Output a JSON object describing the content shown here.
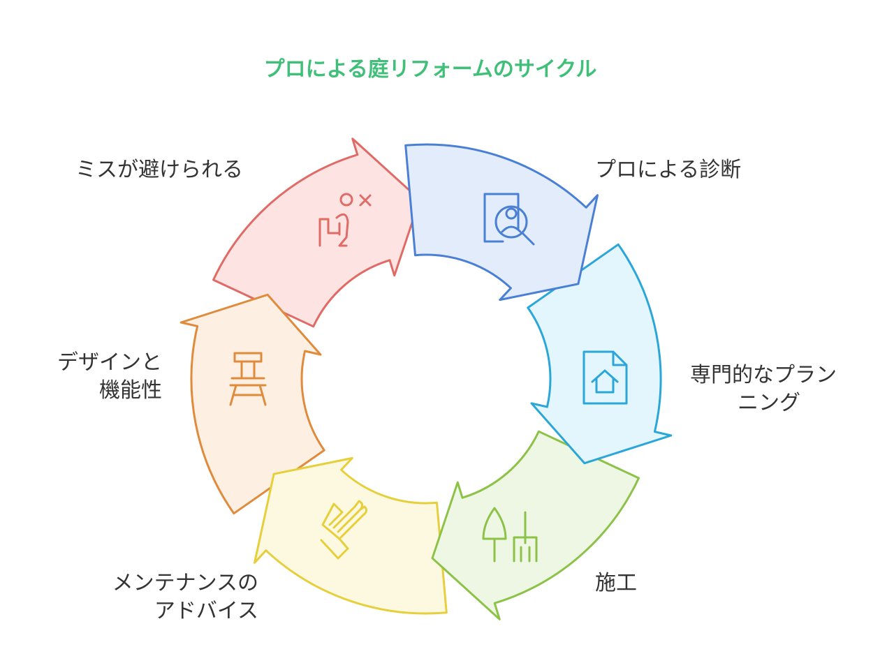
{
  "title": "プロによる庭リフォームのサイクル",
  "steps": [
    {
      "lines": [
        "プロによる診断"
      ],
      "icon": "magnifier-person-icon",
      "color": "#4a7fd6",
      "fill": "#e3ecfb"
    },
    {
      "lines": [
        "専門的なプラン",
        "ニング"
      ],
      "icon": "house-document-icon",
      "color": "#2aa6d8",
      "fill": "#e3f6fd"
    },
    {
      "lines": [
        "施工"
      ],
      "icon": "garden-tools-icon",
      "color": "#8cc247",
      "fill": "#eef7e3"
    },
    {
      "lines": [
        "メンテナンスの",
        "アドバイス"
      ],
      "icon": "glove-icon",
      "color": "#e6cf3a",
      "fill": "#fdf9e0"
    },
    {
      "lines": [
        "デザインと",
        "機能性"
      ],
      "icon": "garden-chair-icon",
      "color": "#e08a3c",
      "fill": "#fdf0e3"
    },
    {
      "lines": [
        "ミスが避けられる"
      ],
      "icon": "person-cross-icon",
      "color": "#e06b66",
      "fill": "#fde4e3"
    }
  ]
}
